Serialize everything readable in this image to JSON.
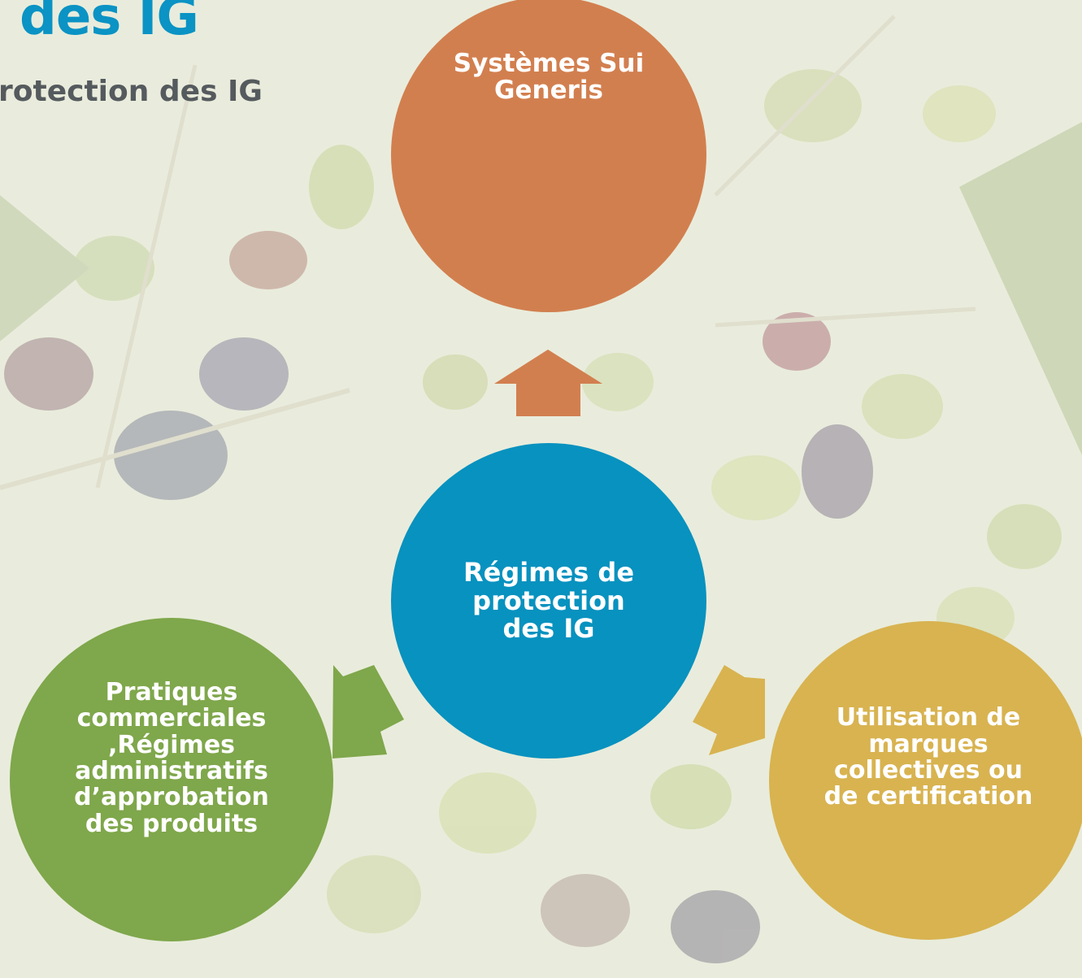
{
  "header": {
    "title": "des IG",
    "subtitle": "rotection des IG"
  },
  "diagram": {
    "center": {
      "label": "Régimes de protection des IG",
      "color": "#0892bf"
    },
    "nodes": [
      {
        "id": "top",
        "label": "Systèmes Sui Generis",
        "color": "#d27f4f"
      },
      {
        "id": "left",
        "label": "Pratiques commerciales ,Régimes administratifs d’approbation des produits",
        "color": "#7fa74b"
      },
      {
        "id": "right",
        "label": "Utilisation de marques collectives ou de certification",
        "color": "#d8b350"
      }
    ]
  }
}
